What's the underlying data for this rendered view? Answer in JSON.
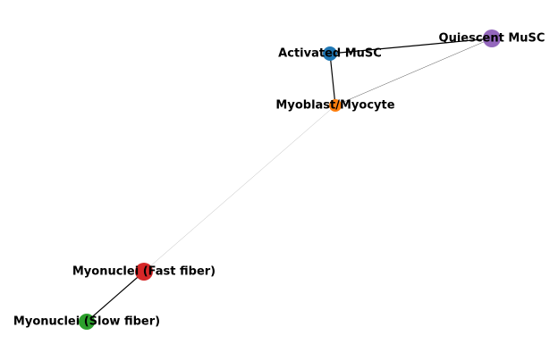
{
  "graph": {
    "nodes": [
      {
        "id": "activated",
        "label": "Activated MuSC",
        "color": "#1f77b4"
      },
      {
        "id": "quiescent",
        "label": "Quiescent MuSC",
        "color": "#9467bd"
      },
      {
        "id": "myoblast",
        "label": "Myoblast/Myocyte",
        "color": "#ff7f0e"
      },
      {
        "id": "fast",
        "label": "Myonuclei (Fast fiber)",
        "color": "#d62728"
      },
      {
        "id": "slow",
        "label": "Myonuclei (Slow fiber)",
        "color": "#2ca02c"
      }
    ],
    "edges": [
      {
        "source": "activated",
        "target": "quiescent",
        "weight": "strong"
      },
      {
        "source": "activated",
        "target": "myoblast",
        "weight": "strong"
      },
      {
        "source": "myoblast",
        "target": "quiescent",
        "weight": "weak"
      },
      {
        "source": "myoblast",
        "target": "fast",
        "weight": "faint"
      },
      {
        "source": "fast",
        "target": "slow",
        "weight": "strong"
      }
    ]
  }
}
